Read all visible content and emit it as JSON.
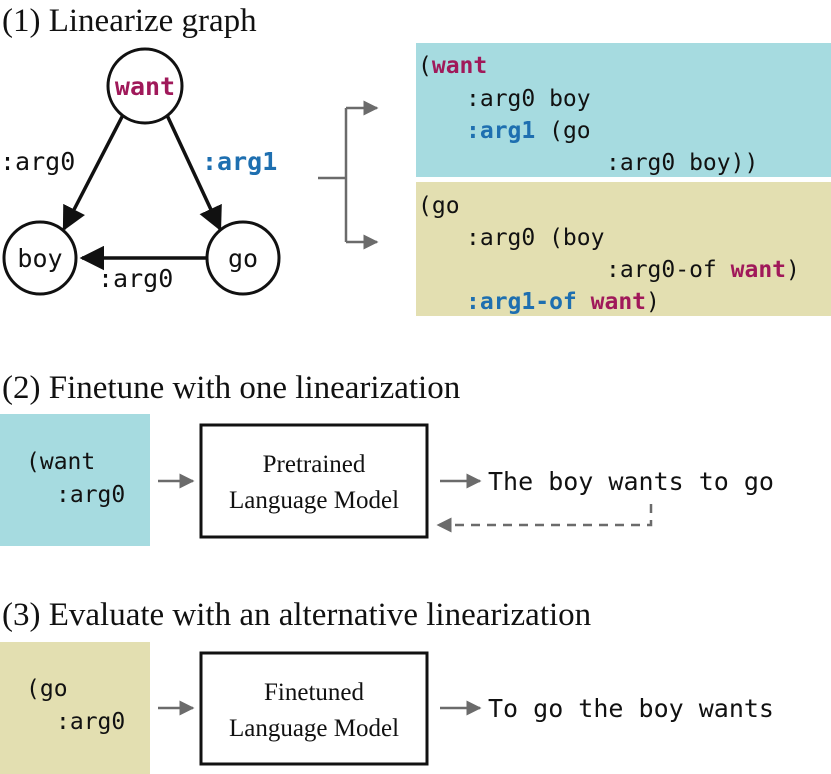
{
  "colors": {
    "magenta": "#a0195a",
    "blue": "#1e6fb0",
    "teal_box": "#a6dbe0",
    "olive_box": "#e3dfb1",
    "arrow_gray": "#6b6b6b",
    "ink": "#111111"
  },
  "section1": {
    "heading": "(1) Linearize graph",
    "graph": {
      "node_want": "want",
      "node_boy": "boy",
      "node_go": "go",
      "edge_want_boy": ":arg0",
      "edge_want_go": ":arg1",
      "edge_go_boy": ":arg0"
    },
    "lin_a": {
      "l1_paren": "(",
      "l1_word": "want",
      "l2": ":arg0 boy",
      "l3_key": ":arg1",
      "l3_rest": " (go",
      "l4": ":arg0 boy))"
    },
    "lin_b": {
      "l1": "(go",
      "l2": ":arg0 (boy",
      "l3_text": ":arg0-of ",
      "l3_word": "want",
      "l3_close": ")",
      "l4_key": ":arg1-of ",
      "l4_word": "want",
      "l4_close": ")"
    }
  },
  "section2": {
    "heading": "(2) Finetune with one linearization",
    "input_l1": "(want",
    "input_l2": ":arg0",
    "model_l1": "Pretrained",
    "model_l2": "Language Model",
    "output": "The boy wants to go"
  },
  "section3": {
    "heading": "(3) Evaluate with an alternative linearization",
    "input_l1": "(go",
    "input_l2": ":arg0",
    "model_l1": "Finetuned",
    "model_l2": "Language Model",
    "output": "To go the boy wants"
  }
}
